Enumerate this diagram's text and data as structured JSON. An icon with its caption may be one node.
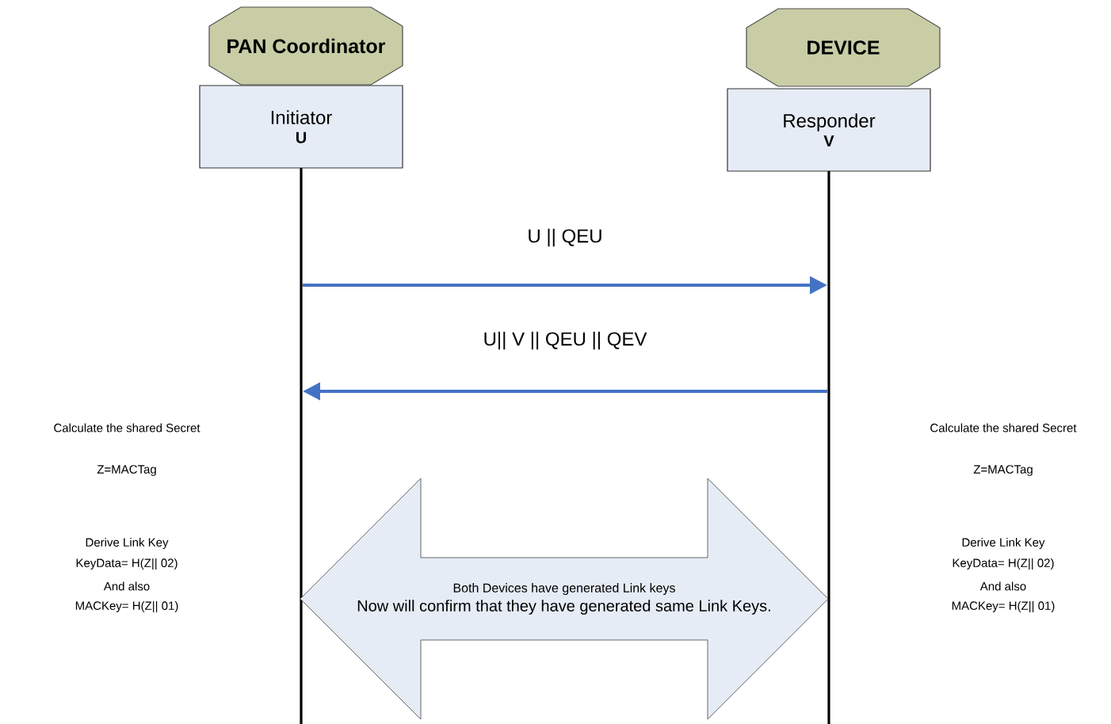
{
  "diagram": {
    "nodes": [
      {
        "text": [
          "PAN Coordinator"
        ]
      },
      {
        "text": [
          "DEVICE"
        ]
      },
      {
        "text": [
          "Initiator",
          "U"
        ]
      },
      {
        "text": [
          "Responder",
          "V"
        ]
      },
      {
        "text": [],
        "shape": "bar"
      },
      {
        "text": [],
        "shape": "bar"
      },
      {
        "text": [
          "Both Devices have generated Link keys",
          "Now will confirm that they have generated same Link Keys."
        ]
      }
    ],
    "edges": [
      {
        "from": 4,
        "to": 5,
        "arrow": "to",
        "label": "U || QEU"
      },
      {
        "from": 5,
        "to": 4,
        "arrow": "to",
        "label": "U|| V || QEU || QEV"
      }
    ],
    "labels": [
      "Calculate the shared Secret",
      "Calculate the shared Secret",
      "Z=MACTag",
      "Z=MACTag",
      "Derive Link Key",
      "Derive Link Key",
      "KeyData= H(Z|| 02)",
      "KeyData= H(Z|| 02)",
      "And also",
      "And also",
      "MACKey= H(Z|| 01)",
      "MACKey= H(Z|| 01)"
    ]
  }
}
